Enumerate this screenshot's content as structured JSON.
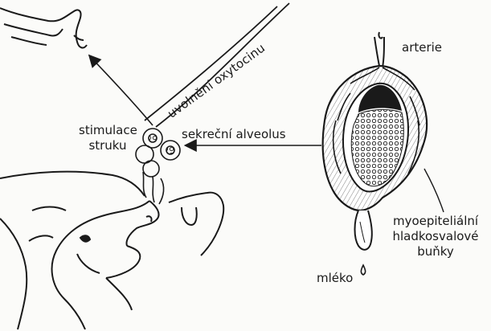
{
  "labels": {
    "oxytocin_release": "uvolnění oxytocinu",
    "nipple_stimulation_line1": "stimulace",
    "nipple_stimulation_line2": "struku",
    "secretory_alveolus": "sekreční alveolus",
    "artery": "arterie",
    "myoepithelial_line1": "myoepiteliální",
    "myoepithelial_line2": "hladkosvalové",
    "myoepithelial_line3": "buňky",
    "milk": "mléko"
  },
  "colors": {
    "ink": "#1a1a1a",
    "paper": "#fbfbf9"
  }
}
